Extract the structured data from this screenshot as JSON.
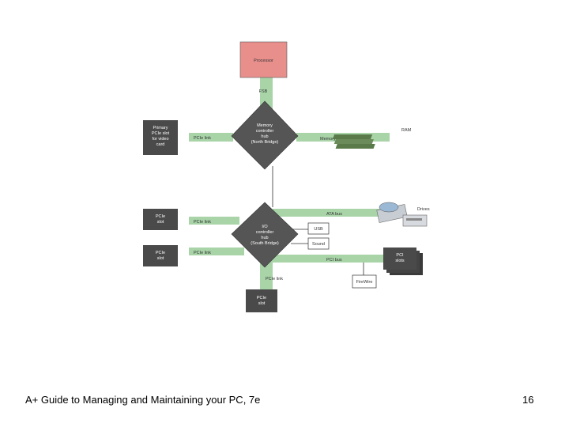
{
  "diagram": {
    "processor": "Processor",
    "fsb": "FSB",
    "mch": [
      "Memory",
      "controller",
      "hub",
      "(North Bridge)"
    ],
    "primary_slot": [
      "Primary",
      "PCIe slot",
      "for video",
      "card"
    ],
    "pcie_link_top": "PCIe link",
    "memory_bus": "Memory bus",
    "ram": "RAM",
    "drives": "Drives",
    "ata_bus": "ATA bus",
    "pcie_slot_1": [
      "PCIe",
      "slot"
    ],
    "pcie_link_1": "PCIe link",
    "ich": [
      "I/O",
      "controller",
      "hub",
      "(South Bridge)"
    ],
    "usb": "USB",
    "sound": "Sound",
    "pcie_slot_2": [
      "PCIe",
      "slot"
    ],
    "pcie_link_2": "PCIe link",
    "pci_bus": "PCI bus",
    "pci_slots": [
      "PCI",
      "slots"
    ],
    "firewire": "FireWire",
    "pcie_link_bottom": "PCIe link",
    "pcie_slot_bottom": [
      "PCIe",
      "slot"
    ]
  },
  "footer": {
    "title": "A+ Guide to Managing and Maintaining your PC, 7e",
    "page": "16"
  },
  "colors": {
    "bus": "#a8d4a8",
    "processor": "#e88f8c",
    "chip": "#555555",
    "slot": "#4a4a4a"
  }
}
